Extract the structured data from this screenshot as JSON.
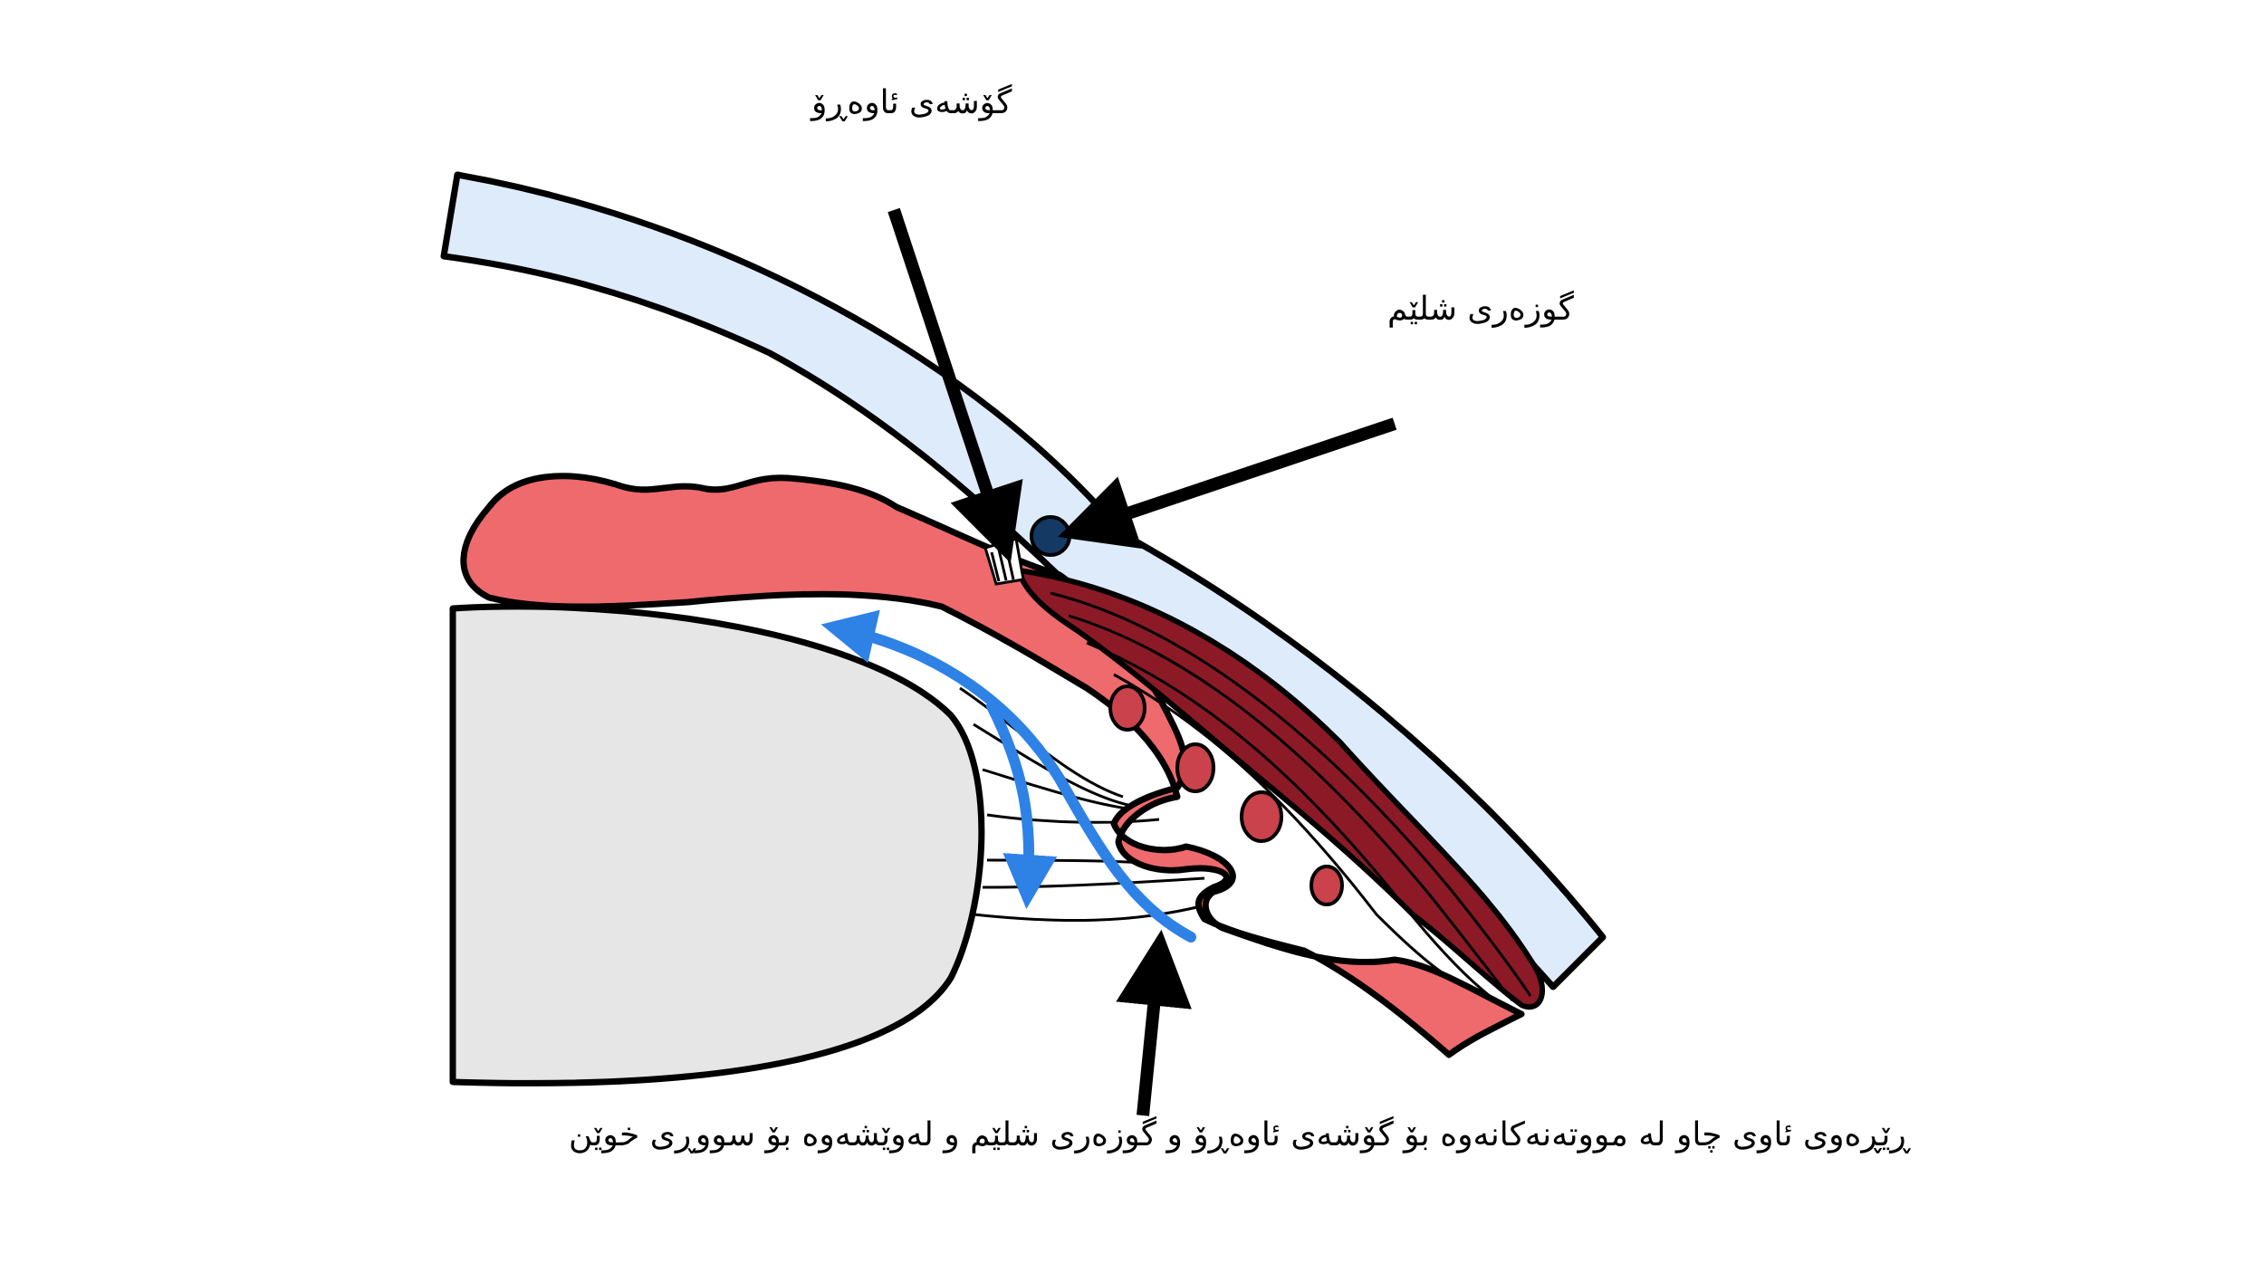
{
  "labels": {
    "drainage_angle": "گۆشەی ئاوەڕۆ",
    "schlemm_canal": "گوزەری شلێم",
    "aqueous_flow": "ڕێڕەوی ئاوی چاو لە مووتەنەکانەوە بۆ گۆشەی ئاوەڕۆ و گوزەری شلێم و لەوێشەوە بۆ سووڕی خوێن"
  },
  "colors": {
    "cornea": "#deebfa",
    "iris_ciliary": "#ef6a6c",
    "ciliary_muscle": "#8c1a26",
    "vessel": "#c9424c",
    "lens": "#e6e6e6",
    "schlemm_canal": "#143a63",
    "flow_arrow": "#2e82e6",
    "outline": "#000000"
  }
}
